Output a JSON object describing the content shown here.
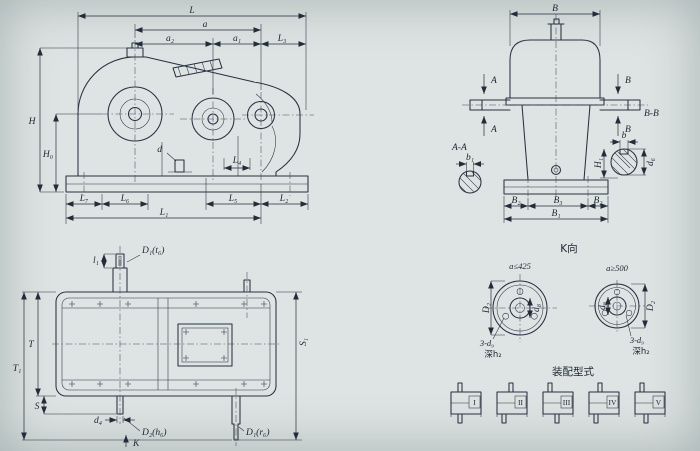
{
  "palette": {
    "paper": "#dee4e3",
    "ink": "#232d3a"
  },
  "side_view": {
    "L": "L",
    "a": "a",
    "a2": "a₂",
    "a1": "a₁",
    "L3": "L₃",
    "H": "H",
    "H0": "H₀",
    "d": "d",
    "L4": "L₄",
    "L7": "L₇",
    "L6": "L₆",
    "L5": "L₅",
    "L2": "L₂",
    "L1": "L₁"
  },
  "end_view": {
    "B": "B",
    "A": "A",
    "B_mark": "B",
    "BB": "B-B",
    "AA": "A-A",
    "b": "b",
    "b1": "b₁",
    "d6": "d₆",
    "H1": "H₁",
    "B2": "B₂",
    "B3": "B₃",
    "B1": "B₁"
  },
  "plan_view": {
    "D1_top": "D₁(t₆)",
    "l1": "l₁",
    "T": "T",
    "T1": "T₁",
    "S": "S",
    "d4": "d₄",
    "D2_bot": "D₂(h₆)",
    "D1_bot": "D₁(r₆)",
    "S1": "S₁",
    "K": "K"
  },
  "k_view": {
    "title": "K向",
    "left": {
      "cond": "a≤425",
      "D2": "D₂",
      "d8": "d₈",
      "holes": "3-d₉",
      "depth": "深h₂"
    },
    "right": {
      "cond": "a≥500",
      "D2": "D₂",
      "d8": "d₈",
      "holes": "3-d₉",
      "depth": "深h₂"
    }
  },
  "assembly": {
    "title": "装配型式",
    "types": [
      {
        "label": "I"
      },
      {
        "label": "II"
      },
      {
        "label": "III"
      },
      {
        "label": "IV"
      },
      {
        "label": "V"
      }
    ]
  }
}
